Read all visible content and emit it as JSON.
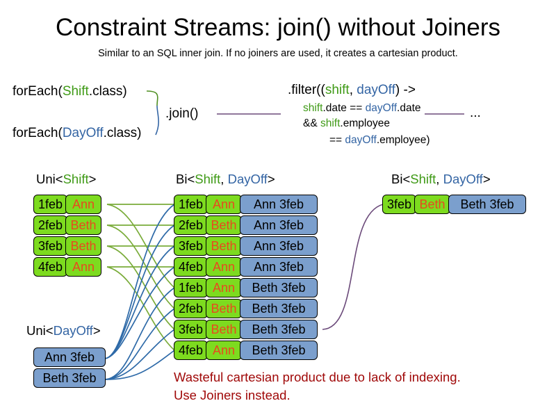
{
  "title": "Constraint Streams: join() without Joiners",
  "subtitle": "Similar to an SQL inner join. If no joiners are used, it creates a cartesian product.",
  "code": {
    "foreach_shift": {
      "pre": "forEach(",
      "type": "Shift",
      "post": ".class)"
    },
    "foreach_dayoff": {
      "pre": "forEach(",
      "type": "DayOff",
      "post": ".class)"
    },
    "join_label": ".join()",
    "filter": {
      "line1_pre": ".filter((",
      "line1_a": "shift",
      "line1_sep": ", ",
      "line1_b": "dayOff",
      "line1_post": ") ->",
      "line2_a": "shift",
      "line2_mid": ".date == ",
      "line2_b": "dayOff",
      "line2_post": ".date",
      "line3_pre": "&& ",
      "line3_a": "shift",
      "line3_post": ".employee",
      "line4_pre": "== ",
      "line4_b": "dayOff",
      "line4_post": ".employee)"
    },
    "ellipsis": "..."
  },
  "streams": {
    "uni_shift": {
      "header": {
        "pre": "Uni<",
        "type": "Shift",
        "post": ">"
      },
      "rows": [
        {
          "date": "1feb",
          "employee": "Ann"
        },
        {
          "date": "2feb",
          "employee": "Beth"
        },
        {
          "date": "3feb",
          "employee": "Beth"
        },
        {
          "date": "4feb",
          "employee": "Ann"
        }
      ]
    },
    "uni_dayoff": {
      "header": {
        "pre": "Uni<",
        "type": "DayOff",
        "post": ">"
      },
      "rows": [
        {
          "dayoff": "Ann 3feb"
        },
        {
          "dayoff": "Beth 3feb"
        }
      ]
    },
    "bi_middle": {
      "header": {
        "pre": "Bi<",
        "type_a": "Shift",
        "sep": ", ",
        "type_b": "DayOff",
        "post": ">"
      },
      "rows": [
        {
          "date": "1feb",
          "employee": "Ann",
          "dayoff": "Ann 3feb"
        },
        {
          "date": "2feb",
          "employee": "Beth",
          "dayoff": "Ann 3feb"
        },
        {
          "date": "3feb",
          "employee": "Beth",
          "dayoff": "Ann 3feb"
        },
        {
          "date": "4feb",
          "employee": "Ann",
          "dayoff": "Ann 3feb"
        },
        {
          "date": "1feb",
          "employee": "Ann",
          "dayoff": "Beth 3feb"
        },
        {
          "date": "2feb",
          "employee": "Beth",
          "dayoff": "Beth 3feb"
        },
        {
          "date": "3feb",
          "employee": "Beth",
          "dayoff": "Beth 3feb"
        },
        {
          "date": "4feb",
          "employee": "Ann",
          "dayoff": "Beth 3feb"
        }
      ]
    },
    "bi_right": {
      "header": {
        "pre": "Bi<",
        "type_a": "Shift",
        "sep": ", ",
        "type_b": "DayOff",
        "post": ">"
      },
      "rows": [
        {
          "date": "3feb",
          "employee": "Beth",
          "dayoff": "Beth 3feb"
        }
      ]
    }
  },
  "note": {
    "line1": "Wasteful cartesian product due to lack of indexing.",
    "line2": "Use Joiners instead."
  },
  "colors": {
    "shift_green": "#3f9a16",
    "dayoff_blue": "#3465a4",
    "box_green": "#7ddb1f",
    "box_blue": "#7b9fcd",
    "employee_orange": "#e8491f",
    "note_red": "#a00909",
    "connector_purple": "#6b4a7a"
  }
}
